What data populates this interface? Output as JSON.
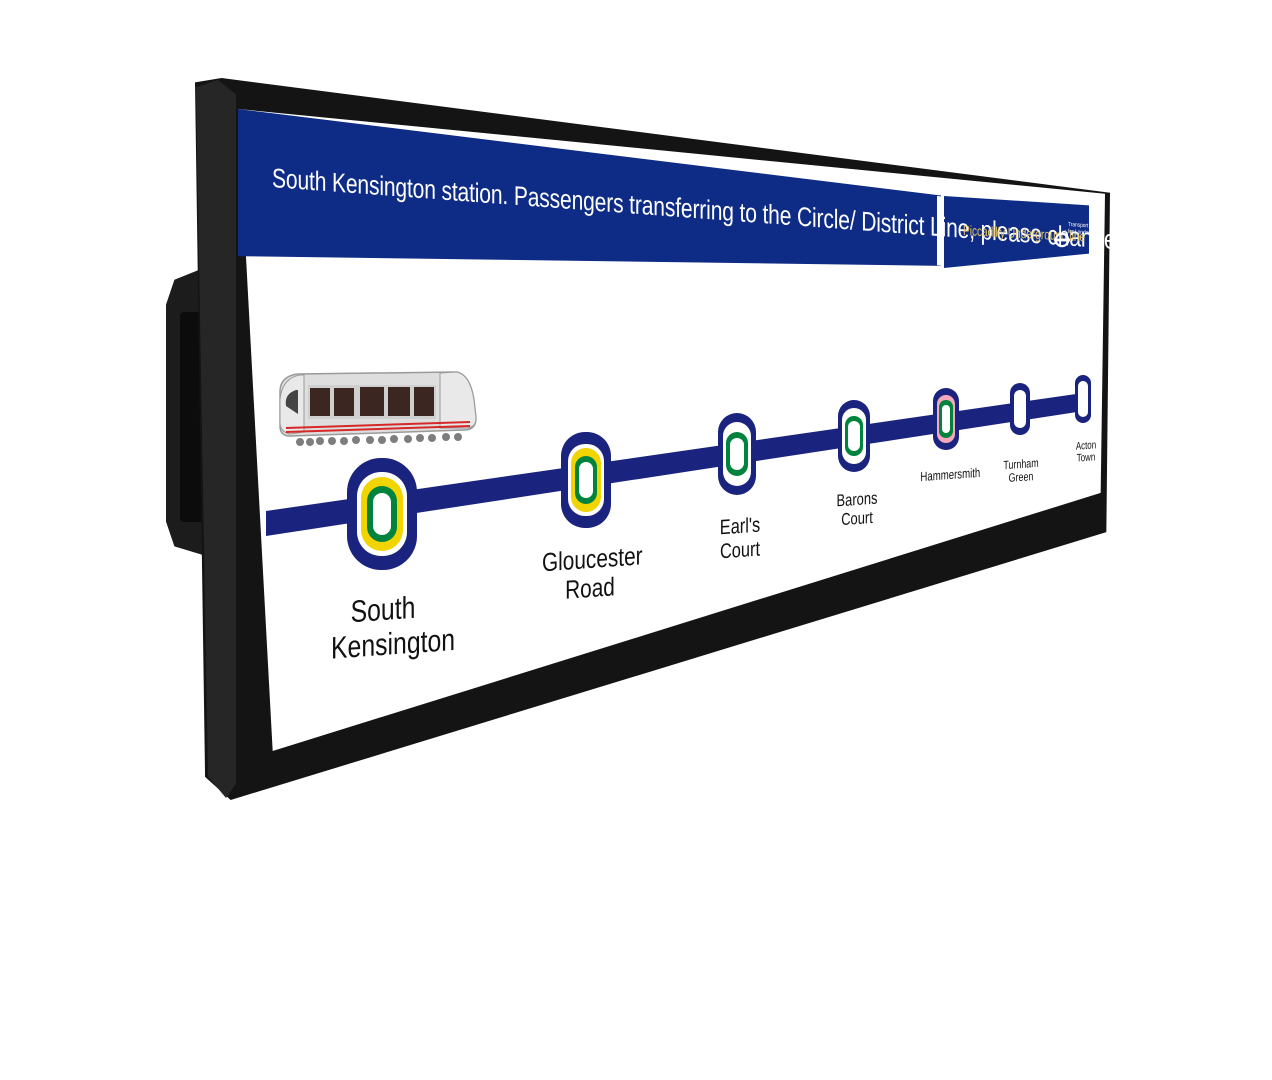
{
  "banner": {
    "announcement": "South Kensington station. Passengers transferring to the Circle/ District Line, please change trains at this station.",
    "line_name": "Piccadilly Underground line",
    "operator": "Transport for London"
  },
  "route": {
    "stations": [
      {
        "label": "South\nKensington",
        "interchange": "circle-district",
        "current": true
      },
      {
        "label": "Gloucester\nRoad",
        "interchange": "circle-district",
        "current": false
      },
      {
        "label": "Earl's\nCourt",
        "interchange": "district",
        "current": false
      },
      {
        "label": "Barons\nCourt",
        "interchange": "district",
        "current": false
      },
      {
        "label": "Hammersmith",
        "interchange": "district-hammersmith",
        "current": false
      },
      {
        "label": "Turnham\nGreen",
        "interchange": "none",
        "current": false
      },
      {
        "label": "Acton\nTown",
        "interchange": "none",
        "current": false
      }
    ]
  },
  "colors": {
    "banner_blue": "#0e2c86",
    "line_blue": "#1a237e",
    "circle_yellow": "#f2d400",
    "district_green": "#00843d",
    "hammersmith_pink": "#f3a9bb",
    "bezel": "#141414",
    "line_name_gold": "#e8c868"
  },
  "icons": {
    "train": "train-icon",
    "roundel": "tfl-roundel-icon"
  }
}
